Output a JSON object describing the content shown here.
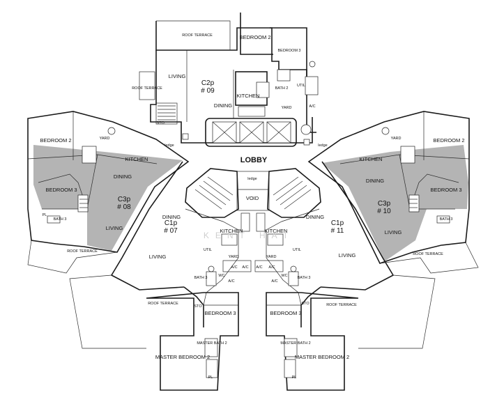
{
  "colors": {
    "line": "#1a1a1a",
    "shaded_unit": "#b4b4b4",
    "background": "#ffffff",
    "watermark": "#cfcfcf"
  },
  "center": {
    "lobby": "LOBBY",
    "void": "VOID",
    "ledge_top": "ledge",
    "ledge_left": "ledge",
    "ledge_right": "ledge",
    "ac_labels": [
      "A/C",
      "A/C",
      "A/C",
      "A/C"
    ]
  },
  "watermark": "KENT   HAT",
  "units": {
    "c2p": {
      "name": "C2p",
      "number": "# 09",
      "rooms": {
        "roof_terrace_top": "ROOF TERRACE",
        "roof_terrace_left": "ROOF TERRACE",
        "bedroom2": "BEDROOM 2",
        "bedroom3": "BEDROOM 3",
        "living": "LIVING",
        "kitchen": "KITCHEN",
        "dining": "DINING",
        "bath": "BATH 2",
        "util": "UTIL",
        "yard": "YARD",
        "ac": "A/C",
        "sto": "STO."
      }
    },
    "c3p_left": {
      "name": "C3p",
      "number": "# 08",
      "rooms": {
        "bedroom2": "BEDROOM 2",
        "bedroom3": "BEDROOM 3",
        "kitchen": "KITCHEN",
        "dining": "DINING",
        "living": "LIVING",
        "roof_terrace": "ROOF TERRACE",
        "bath": "BATH 3",
        "yard": "YARD",
        "pl": "PL"
      }
    },
    "c3p_right": {
      "name": "C3p",
      "number": "# 10",
      "rooms": {
        "bedroom2": "BEDROOM 2",
        "bedroom3": "BEDROOM 3",
        "kitchen": "KITCHEN",
        "dining": "DINING",
        "living": "LIVING",
        "roof_terrace": "ROOF TERRACE",
        "bath": "BATH 3",
        "yard": "YARD"
      }
    },
    "c1p_left": {
      "name": "C1p",
      "number": "# 07",
      "rooms": {
        "dining": "DINING",
        "kitchen": "KITCHEN",
        "living": "LIVING",
        "util": "UTIL",
        "yard": "YARD",
        "bath": "BATH 3",
        "wc": "WC",
        "ac": "A/C",
        "roof_terrace": "ROOF TERRACE",
        "sto": "STO",
        "bedroom3": "BEDROOM 3",
        "master_bath": "MASTER BATH 2",
        "master_bedroom": "MASTER BEDROOM 2",
        "pl": "PL"
      }
    },
    "c1p_right": {
      "name": "C1p",
      "number": "# 11",
      "rooms": {
        "dining": "DINING",
        "kitchen": "KITCHEN",
        "living": "LIVING",
        "util": "UTIL",
        "yard": "YARD",
        "bath": "BATH 3",
        "wc": "WC",
        "ac": "A/C",
        "roof_terrace": "ROOF TERRACE",
        "sto": "STO",
        "bedroom3": "BEDROOM 3",
        "master_bath": "MASTER BATH 2",
        "master_bedroom": "MASTER BEDROOM 2",
        "pl": "PL"
      }
    }
  }
}
